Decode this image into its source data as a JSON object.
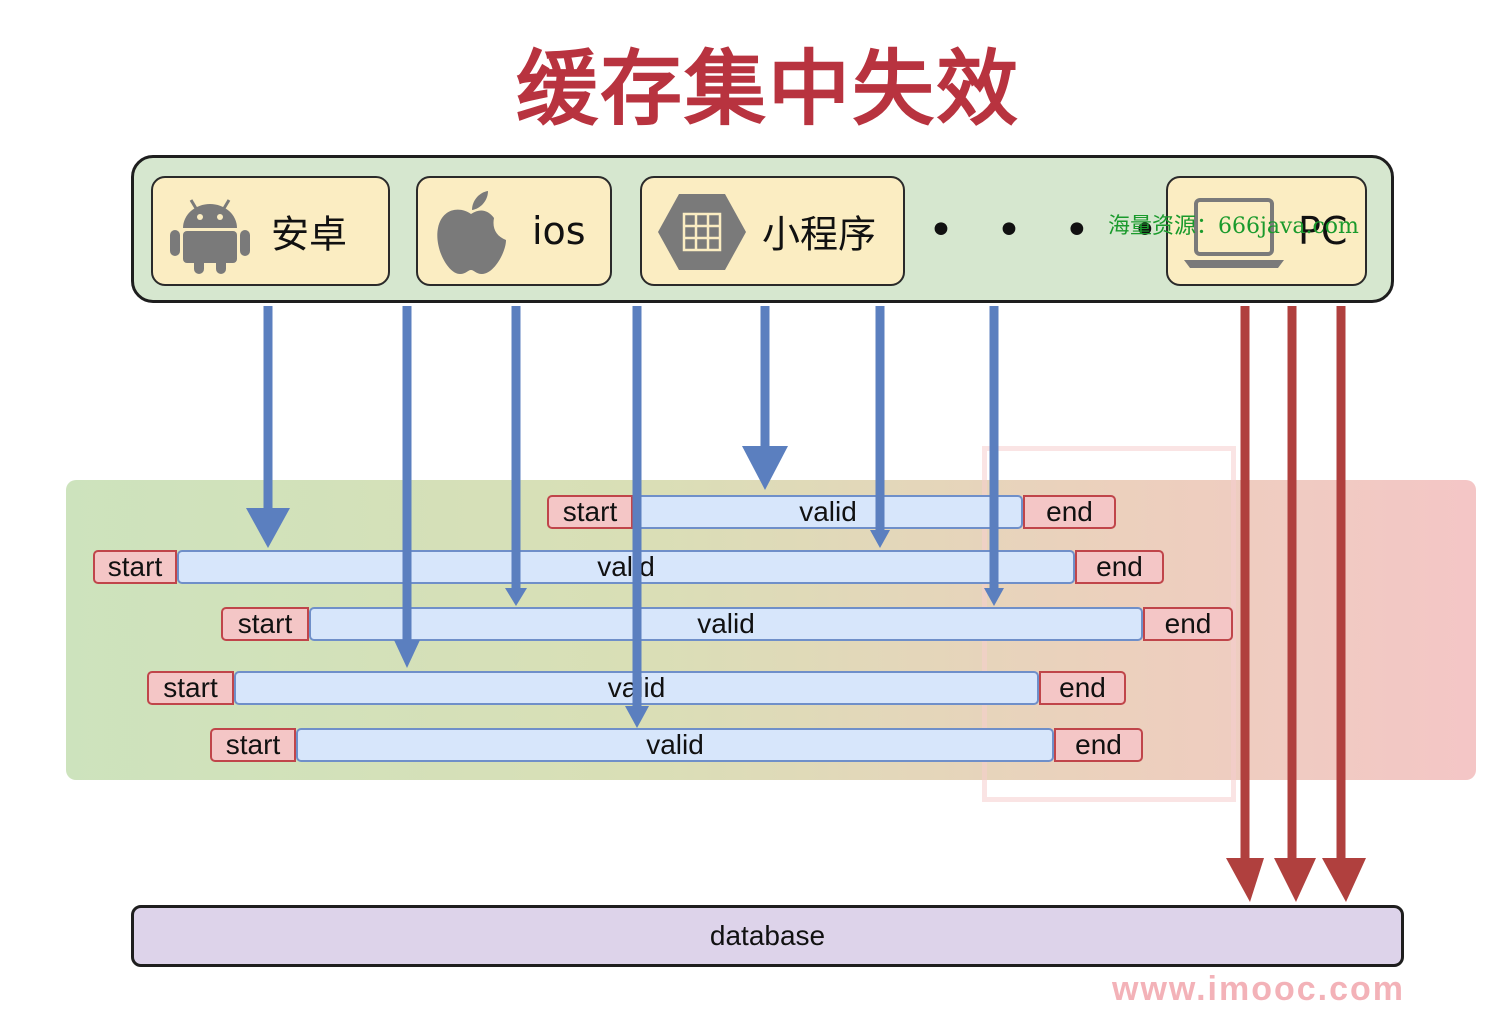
{
  "title": "缓存集中失效",
  "clients": [
    {
      "label": "安卓",
      "icon": "android-icon"
    },
    {
      "label": "ios",
      "icon": "apple-icon"
    },
    {
      "label": "小程序",
      "icon": "mini-program-icon"
    },
    {
      "label": "PC",
      "icon": "laptop-icon"
    }
  ],
  "ellipsis": "• • • • • •",
  "watermark": "海量资源：666java.com",
  "cache_rows": [
    {
      "start": "start",
      "valid": "valid",
      "end": "end"
    },
    {
      "start": "start",
      "valid": "valid",
      "end": "end"
    },
    {
      "start": "start",
      "valid": "valid",
      "end": "end"
    },
    {
      "start": "start",
      "valid": "valid",
      "end": "end"
    },
    {
      "start": "start",
      "valid": "valid",
      "end": "end"
    }
  ],
  "database_label": "database",
  "footer_mark": "www.imooc.com",
  "colors": {
    "title": "#b8333f",
    "cache_hit_arrow": "#5b7fbf",
    "db_hit_arrow": "#b0403e",
    "client_box": "#fbedc2",
    "client_panel": "#d6e7cf",
    "database": "#ddd3ea"
  }
}
